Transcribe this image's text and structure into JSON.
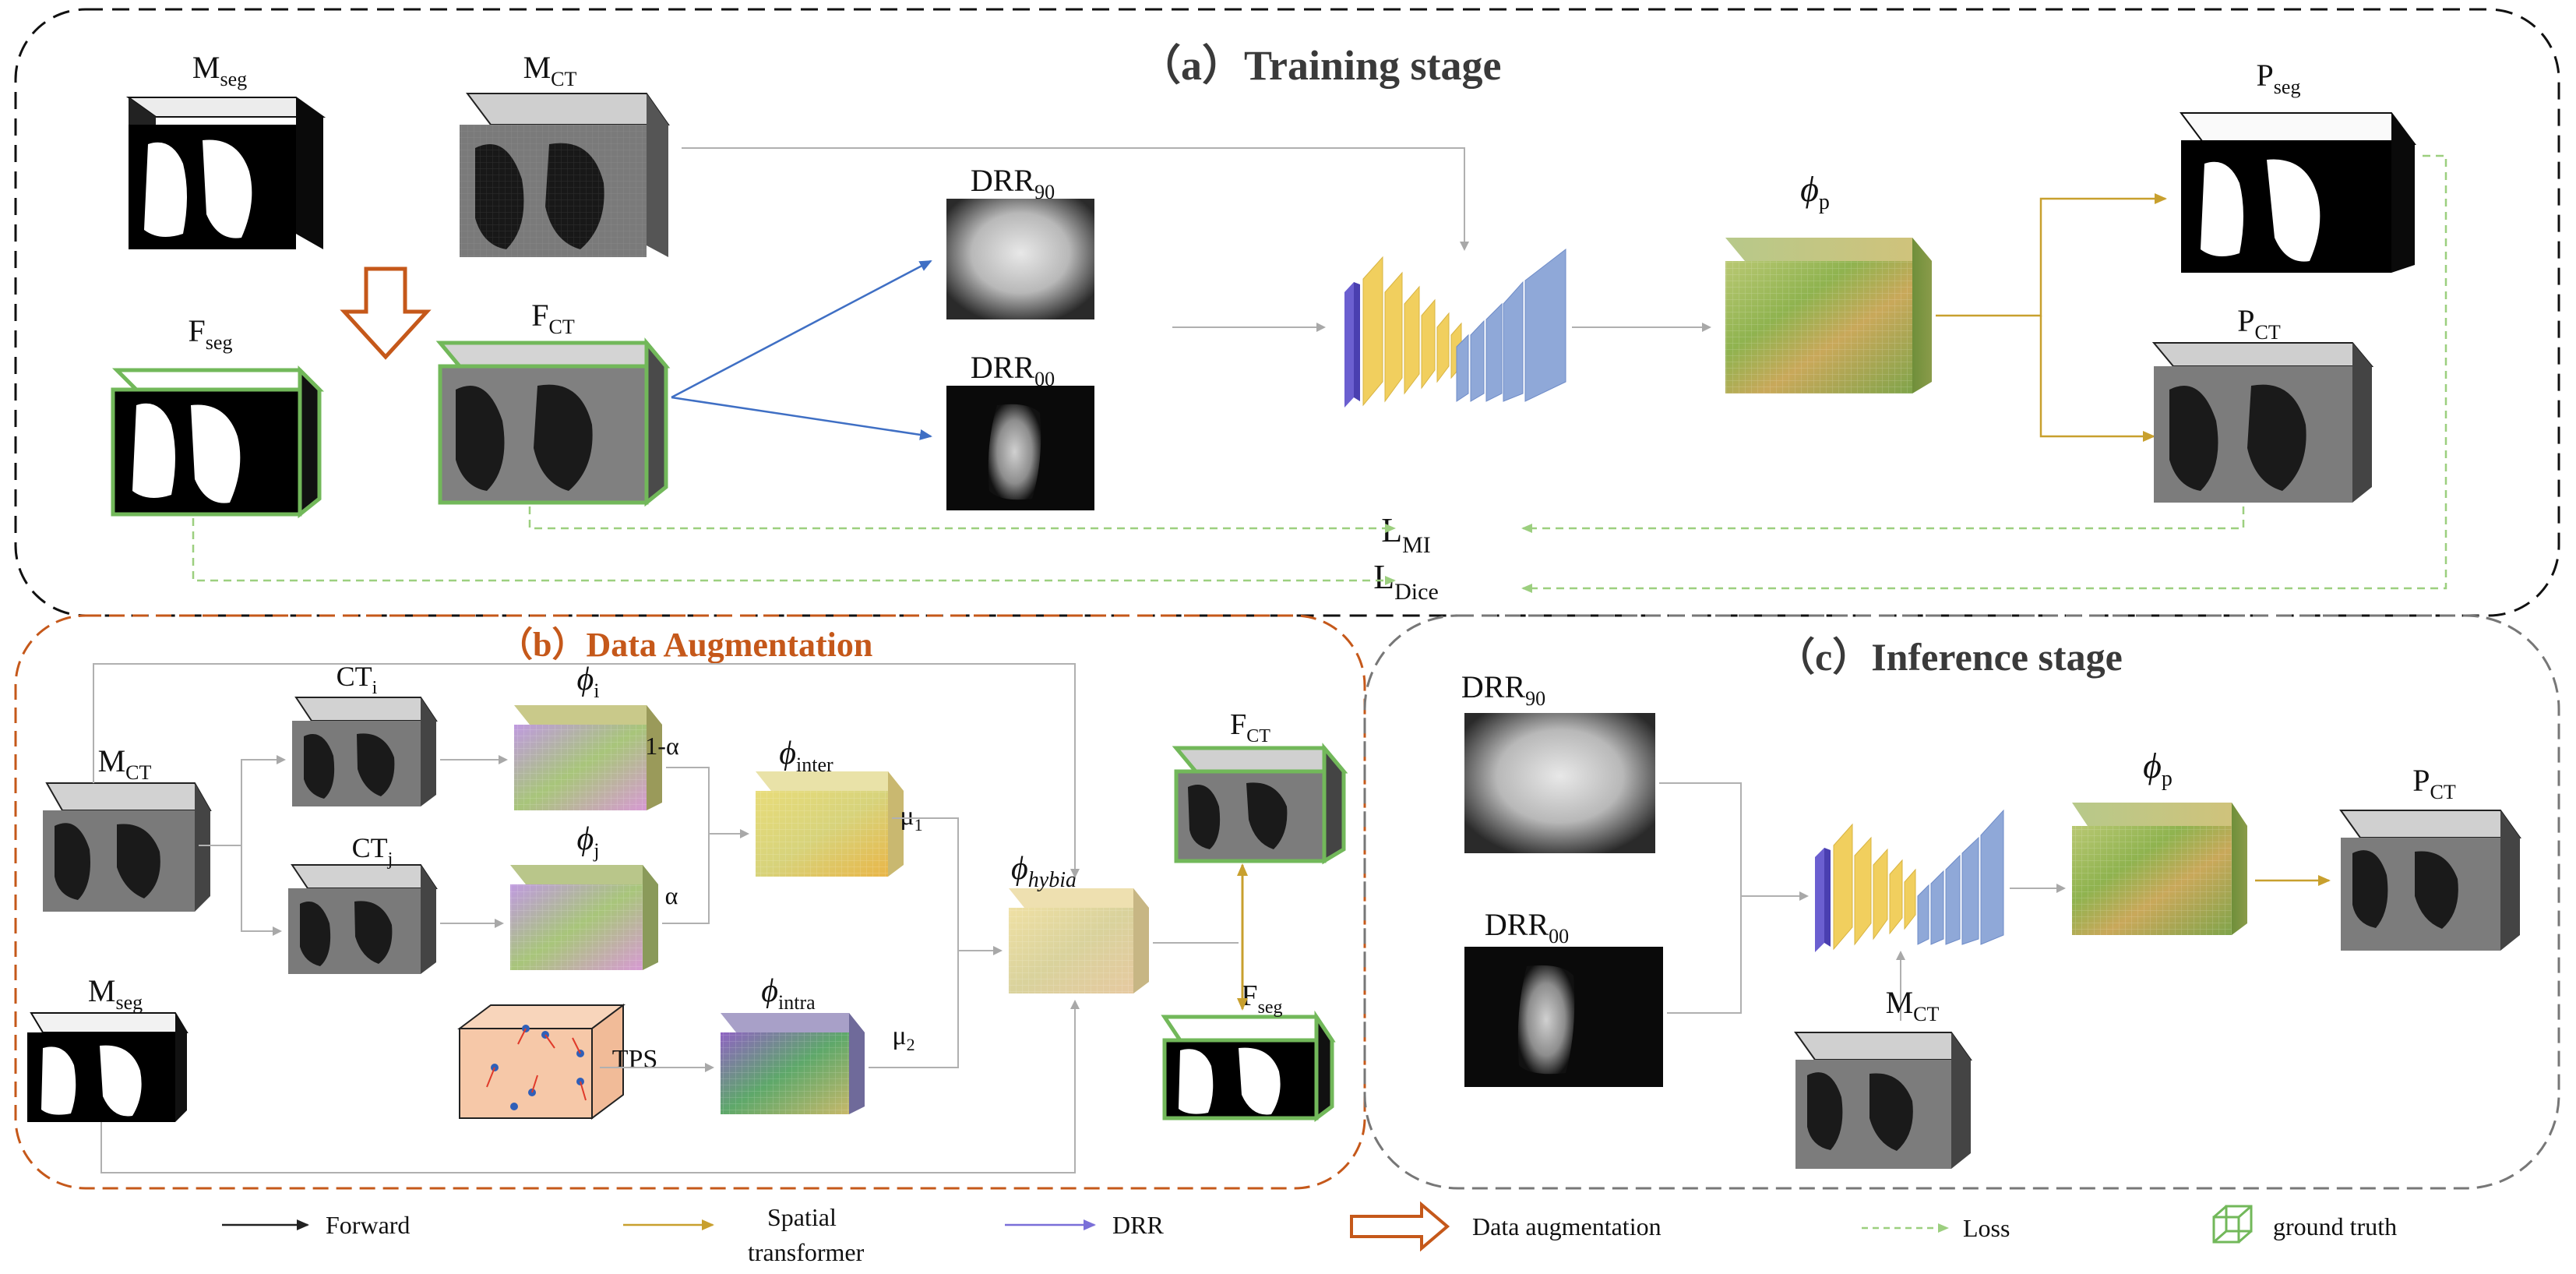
{
  "sections": {
    "training": "（a）Training stage",
    "augmentation": "（b）Data Augmentation",
    "inference": "（c）Inference stage"
  },
  "labels": {
    "m_seg_base": "M",
    "m_seg_sub": "seg",
    "m_ct_base": "M",
    "m_ct_sub": "CT",
    "f_seg_base": "F",
    "f_seg_sub": "seg",
    "f_ct_base": "F",
    "f_ct_sub": "CT",
    "drr90_base": "DRR",
    "drr90_sub": "90",
    "drr00_base": "DRR",
    "drr00_sub": "00",
    "phi_p_base": "ϕ",
    "phi_p_sub": "p",
    "p_seg_base": "P",
    "p_seg_sub": "seg",
    "p_ct_base": "P",
    "p_ct_sub": "CT",
    "l_mi_base": "L",
    "l_mi_sub": "MI",
    "l_dice_base": "L",
    "l_dice_sub": "Dice",
    "ct_i_base": "CT",
    "ct_i_sub": "i",
    "ct_j_base": "CT",
    "ct_j_sub": "j",
    "phi_i_base": "ϕ",
    "phi_i_sub": "i",
    "phi_j_base": "ϕ",
    "phi_j_sub": "j",
    "phi_inter_base": "ϕ",
    "phi_inter_sub": "inter",
    "phi_intra_base": "ϕ",
    "phi_intra_sub": "intra",
    "phi_hybid_base": "ϕ",
    "phi_hybid_sub": "hybid",
    "one_minus_alpha": "1-α",
    "alpha": "α",
    "mu1_base": "μ",
    "mu1_sub": "1",
    "mu2_base": "μ",
    "mu2_sub": "2",
    "tps": "TPS"
  },
  "legend": {
    "forward": "Forward",
    "spatial_line1": "Spatial",
    "spatial_line2": "transformer",
    "drr": "DRR",
    "data_aug": "Data augmentation",
    "loss": "Loss",
    "ground_truth": "ground truth"
  },
  "colors": {
    "forward": "#222222",
    "spatial": "#c8a02e",
    "drr": "#3f6fc4",
    "aug": "#c5581a",
    "loss": "#9ccf7f",
    "ground_truth": "#72b85a",
    "gray_arrow": "#b0b0b0"
  }
}
